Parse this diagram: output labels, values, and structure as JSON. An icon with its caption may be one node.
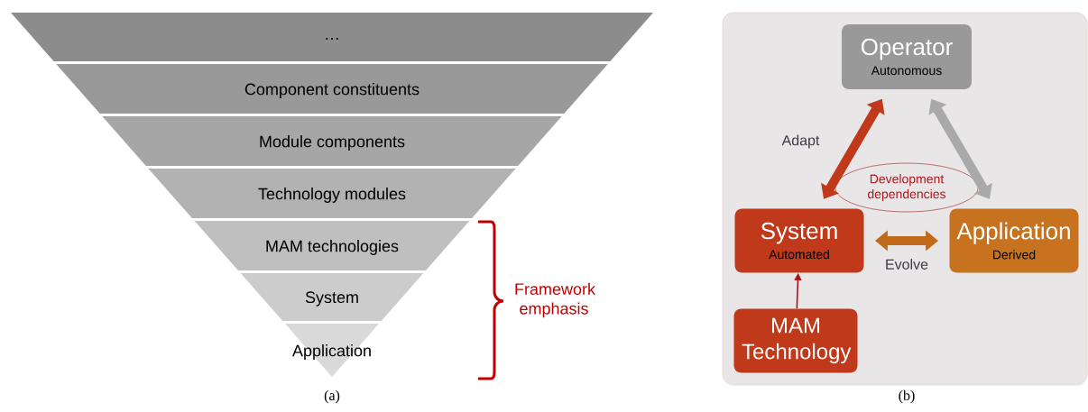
{
  "diagram": {
    "nodes": [
      {
        "text": [
          "…"
        ]
      },
      {
        "text": [
          "Component constituents"
        ]
      },
      {
        "text": [
          "Module components"
        ]
      },
      {
        "text": [
          "Technology modules"
        ]
      },
      {
        "text": [
          "MAM technologies"
        ]
      },
      {
        "text": [
          "System"
        ]
      },
      {
        "text": [
          "Application"
        ]
      },
      {
        "text": [
          "Operator",
          "Autonomous"
        ]
      },
      {
        "text": [
          "Development dependencies"
        ]
      },
      {
        "text": [
          "System",
          "Automated"
        ]
      },
      {
        "text": [
          "Application",
          "Derived"
        ]
      },
      {
        "text": [
          "MAM Technology"
        ]
      }
    ],
    "edges": [
      {
        "from": 9,
        "to": 7,
        "arrow": "both",
        "label": "Adapt",
        "color": "#c0391b"
      },
      {
        "from": 7,
        "to": 10,
        "arrow": "both",
        "color": "#a9a9a9"
      },
      {
        "from": 9,
        "to": 10,
        "arrow": "both",
        "label": "Evolve",
        "color": "#c06a1a"
      },
      {
        "from": 11,
        "to": 9,
        "arrow": "to",
        "color": "#b0101a"
      }
    ],
    "labels": [
      "Framework emphasis",
      "(a)",
      "(b)"
    ]
  }
}
